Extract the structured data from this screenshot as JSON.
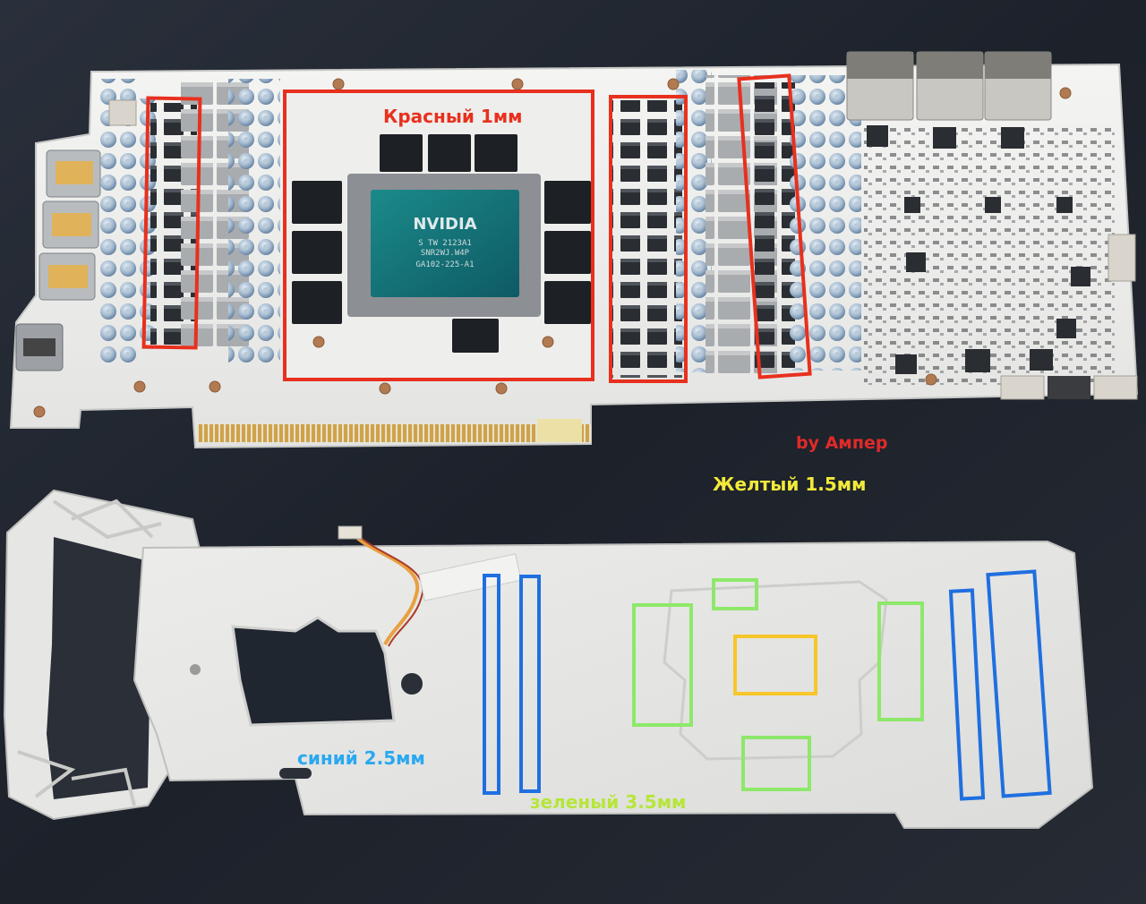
{
  "labels": {
    "red_thickness": "Красный 1мм",
    "author": "by Ампер",
    "yellow_thickness": "Желтый 1.5мм",
    "blue_thickness": "синий 2.5мм",
    "green_thickness": "зеленый 3.5мм"
  },
  "chip_markings": {
    "brand": "NVIDIA",
    "line1": "S TW 2123A1",
    "line2": "SNR2WJ.W4P",
    "model": "GA102-225-A1"
  },
  "colors": {
    "red": "#e8301e",
    "blue": "#1f6fe0",
    "green": "#8ee86a",
    "yellow": "#f6c62a",
    "author": "#e02a2a",
    "yellow_text": "#f2ea3a",
    "blue_text": "#2aa8f0",
    "green_text": "#b6e63a"
  }
}
